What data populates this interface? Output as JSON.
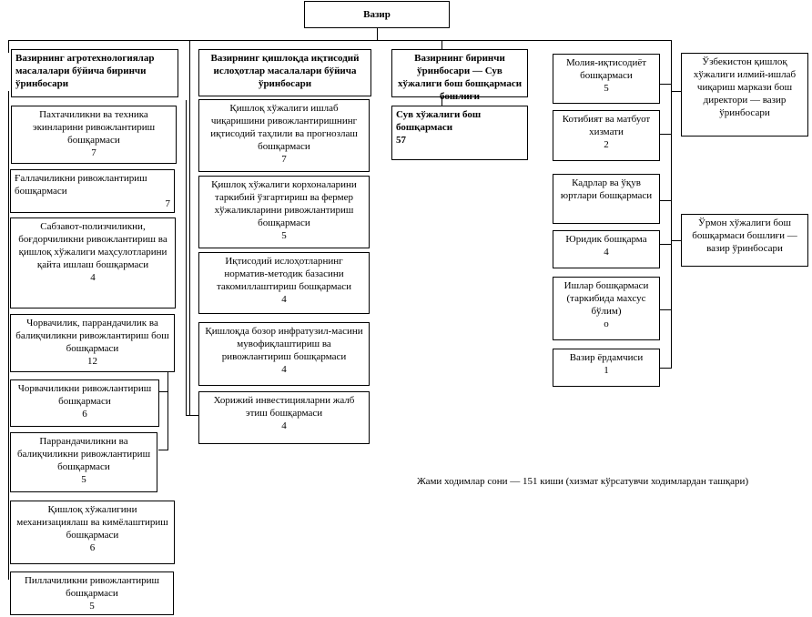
{
  "top": {
    "text": "Вазир"
  },
  "col1": {
    "head": "Вазирнинг агротехнологиялар масалалари бўйича биринчи ўринбосари",
    "items": [
      {
        "label": "Пахтачиликни ва техника экинларини ривожлантириш бошқармаси",
        "count": "7"
      },
      {
        "label": "Ғаллачиликни ривожлантириш бошқармаси",
        "count": "7"
      },
      {
        "label": "Сабзавот-полизчиликни, боғдорчиликни ривожлантириш ва қишлоқ хўжалиги маҳсулотларини қайта ишлаш бошқармаси",
        "count": "4"
      },
      {
        "label": "Чорвачилик, паррандачилик ва балиқчиликни ривожлантириш бош бошқармаси",
        "count": "12"
      },
      {
        "label": "Чорвачиликни ривожлантириш бошқармаси",
        "count": "6"
      },
      {
        "label": "Паррандачиликни ва балиқчиликни ривожлантириш бошқармаси",
        "count": "5"
      },
      {
        "label": "Қишлоқ хўжалигини механизациялаш ва кимёлаштириш бошқармаси",
        "count": "6"
      },
      {
        "label": "Пиллачиликни ривожлантириш бошқармаси",
        "count": "5"
      }
    ]
  },
  "col2": {
    "head": "Вазирнинг қишлоқда иқтисодий ислоҳотлар масалалари бўйича ўринбосари",
    "items": [
      {
        "label": "Қишлоқ хўжалиги ишлаб чиқаришини ривожлантиришнинг иқтисодий таҳлили ва прогнозлаш бошқармаси",
        "count": "7"
      },
      {
        "label": "Қишлоқ хўжалиги корхоналарини таркибий ўзгартириш ва фермер хўжаликларини ривожлантириш бошқармаси",
        "count": "5"
      },
      {
        "label": "Иқтисодий ислоҳотларнинг норматив-методик базасини такомиллаштириш бошқармаси",
        "count": "4"
      },
      {
        "label": "Қишлоқда бозор инфратузил-масини мувофиқлаштириш ва ривожлантириш бошқармаси",
        "count": "4"
      },
      {
        "label": "Хорижий инвестицияларни жалб этиш бошқармаси",
        "count": "4"
      }
    ]
  },
  "col3": {
    "head": "Вазирнинг биринчи ўринбосари — Сув хўжалиги бош бошқармаси бошлиғи",
    "items": [
      {
        "label": "Сув хўжалиги бош бошқармаси",
        "count": "57"
      }
    ]
  },
  "col4": {
    "items": [
      {
        "label": "Молия-иқтисодиёт бошқармаси",
        "count": "5"
      },
      {
        "label": "Котибият ва матбуот хизмати",
        "count": "2"
      },
      {
        "label": "Кадрлар ва ўқув юртлари бошқармаси",
        "count": ""
      },
      {
        "label": "Юридик бошқарма",
        "count": "4"
      },
      {
        "label": "Ишлар бошқармаси (таркибида махсус бўлим)",
        "count": "о"
      },
      {
        "label": "Вазир ёрдамчиси",
        "count": "1"
      }
    ]
  },
  "side": {
    "items": [
      {
        "label": "Ўзбекистон қишлоқ хўжалиги илмий-ишлаб чиқариш маркази бош директори — вазир ўринбосари"
      },
      {
        "label": "Ўрмон хўжалиги бош бошқармаси бошлиғи — вазир ўринбосари"
      }
    ]
  },
  "footer": {
    "total": "Жами ходимлар сони — 151 киши (хизмат кўрсатувчи ходимлардан ташқари)"
  }
}
